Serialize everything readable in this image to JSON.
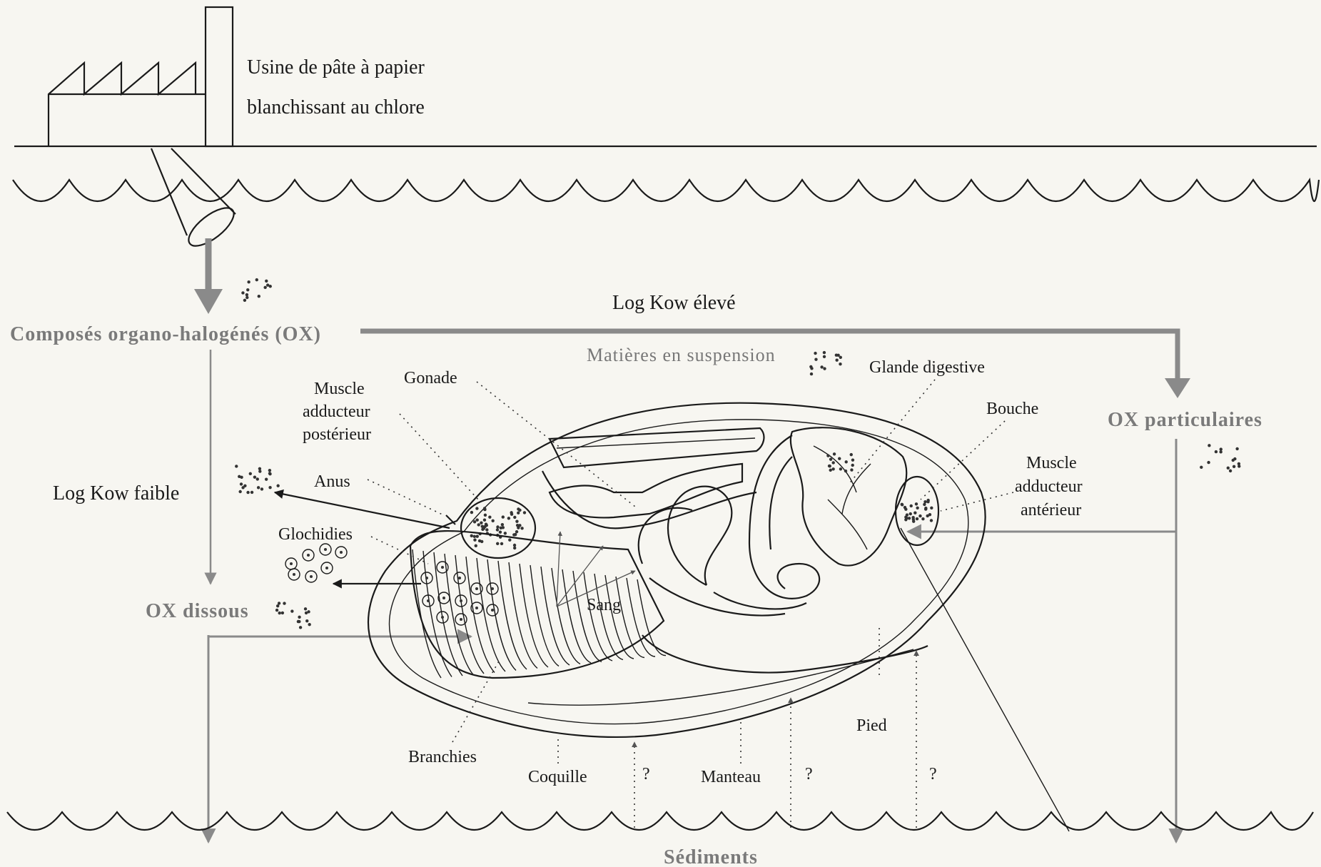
{
  "title": "",
  "labels": {
    "factory_line1": "Usine de pâte à papier",
    "factory_line2": "blanchissant au chlore",
    "compounds": "Composés organo-halogénés (OX)",
    "log_kow_high": "Log Kow élevé",
    "suspended": "Matières en suspension",
    "ox_particulate": "OX particulaires",
    "log_kow_low": "Log Kow faible",
    "ox_dissolved": "OX dissous",
    "sediments": "Sédiments",
    "gonad": "Gonade",
    "posterior_muscle_1": "Muscle",
    "posterior_muscle_2": "adducteur",
    "posterior_muscle_3": "postérieur",
    "anus": "Anus",
    "glochidia": "Glochidies",
    "digestive_gland": "Glande digestive",
    "mouth": "Bouche",
    "anterior_muscle_1": "Muscle",
    "anterior_muscle_2": "adducteur",
    "anterior_muscle_3": "antérieur",
    "blood": "Sang",
    "gills": "Branchies",
    "shell": "Coquille",
    "mantle": "Manteau",
    "foot": "Pied",
    "q1": "?",
    "q2": "?",
    "q3": "?"
  },
  "colors": {
    "background": "#f7f6f1",
    "ink": "#1a1a1a",
    "flow_arrows": "#8a8a8a",
    "gray_text": "#777777"
  },
  "icons": [
    "factory-icon",
    "effluent-pipe-icon",
    "particle-cluster-icon",
    "glochidium-icon"
  ]
}
